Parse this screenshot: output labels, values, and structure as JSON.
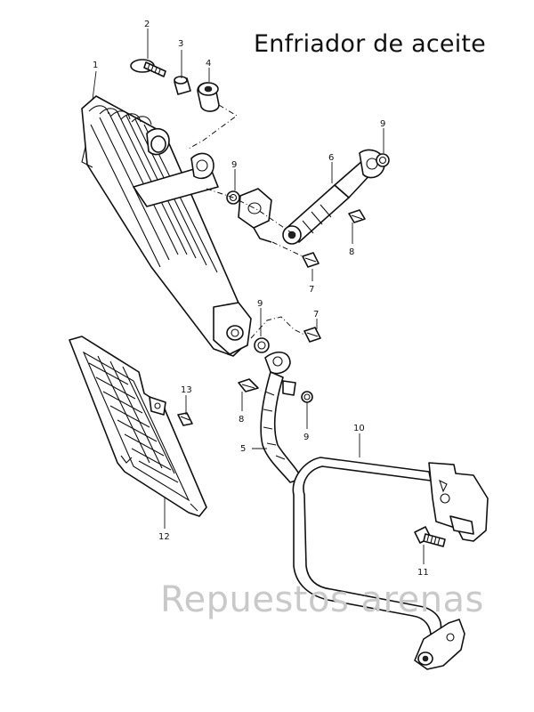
{
  "title": "Enfriador de aceite",
  "watermark": "Repuestos arenas",
  "callouts": {
    "p1": "1",
    "p2": "2",
    "p3": "3",
    "p4": "4",
    "p5": "5",
    "p6": "6",
    "p7a": "7",
    "p7b": "7",
    "p8a": "8",
    "p8b": "8",
    "p9a": "9",
    "p9b": "9",
    "p9c": "9",
    "p9d": "9",
    "p10": "10",
    "p11": "11",
    "p12": "12",
    "p13": "13"
  }
}
